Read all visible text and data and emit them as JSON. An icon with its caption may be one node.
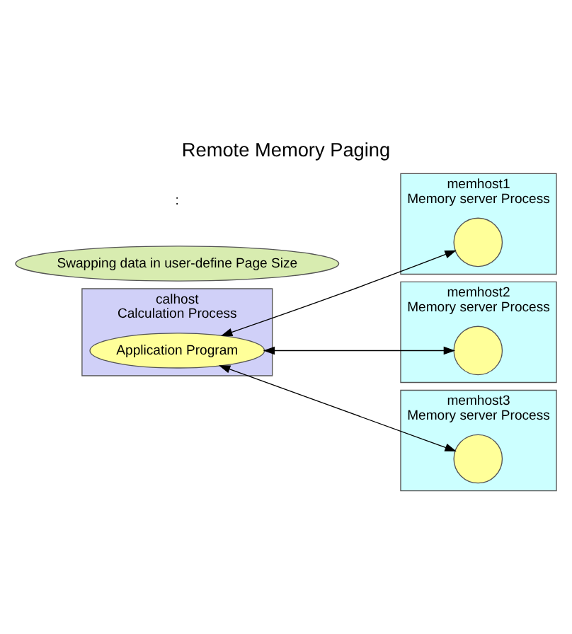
{
  "diagram": {
    "title": "Remote Memory Paging",
    "nodes": [
      {
        "text": [
          "calhost",
          "Calculation Process"
        ]
      },
      {
        "text": [
          "Application Program"
        ],
        "in": 0
      },
      {
        "text": [
          "memhost1",
          "Memory server Process"
        ]
      },
      {
        "text": [],
        "shape": "circle",
        "in": 2
      },
      {
        "text": [
          "memhost2",
          "Memory server Process"
        ]
      },
      {
        "text": [],
        "shape": "circle",
        "in": 4
      },
      {
        "text": [
          "memhost3",
          "Memory server Process"
        ]
      },
      {
        "text": [],
        "shape": "circle",
        "in": 6
      },
      {
        "text": [
          "Swapping data in user-define Page Size"
        ]
      }
    ],
    "edges": [
      {
        "from": 1,
        "to": 3,
        "arrow": "both"
      },
      {
        "from": 1,
        "to": 5,
        "arrow": "both"
      },
      {
        "from": 1,
        "to": 7,
        "arrow": "both"
      }
    ],
    "labels": [
      ":"
    ]
  }
}
